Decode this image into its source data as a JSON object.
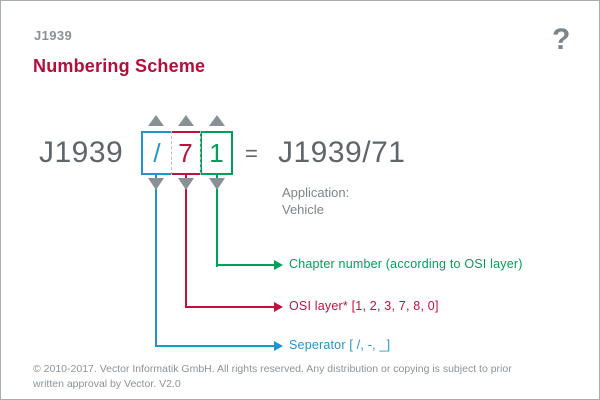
{
  "header": {
    "eyebrow": "J1939",
    "title": "Numbering Scheme",
    "help_icon": "?"
  },
  "diagram": {
    "prefix": "J1939",
    "cells": [
      {
        "name": "separator",
        "char": "/",
        "color": "#1e96cd"
      },
      {
        "name": "osi-layer",
        "char": "7",
        "color": "#c1103d"
      },
      {
        "name": "chapter-number",
        "char": "1",
        "color": "#00a05a"
      }
    ],
    "equals": "=",
    "result": "J1939/71",
    "application_label": "Application:",
    "application_value": "Vehicle",
    "callouts": [
      {
        "label": "Chapter number (according to OSI layer)",
        "color": "#00a05a"
      },
      {
        "label": "OSI layer* [1, 2, 3, 7, 8, 0]",
        "color": "#c1103d"
      },
      {
        "label": "Seperator [ /, -, _]",
        "color": "#1e96cd"
      }
    ]
  },
  "footer": {
    "line1": "© 2010-2017. Vector Informatik GmbH. All rights reserved. Any distribution or copying is subject to prior",
    "line2": "written approval by Vector. V2.0"
  },
  "colors": {
    "accent_blue": "#1e96cd",
    "accent_red": "#c1103d",
    "accent_green": "#00a05a",
    "title_red": "#b60d3a",
    "text_dark_gray": "#5f666b",
    "text_mid_gray": "#8a9196",
    "triangle_gray": "#8a9196",
    "border_gray": "#a8adb1"
  }
}
